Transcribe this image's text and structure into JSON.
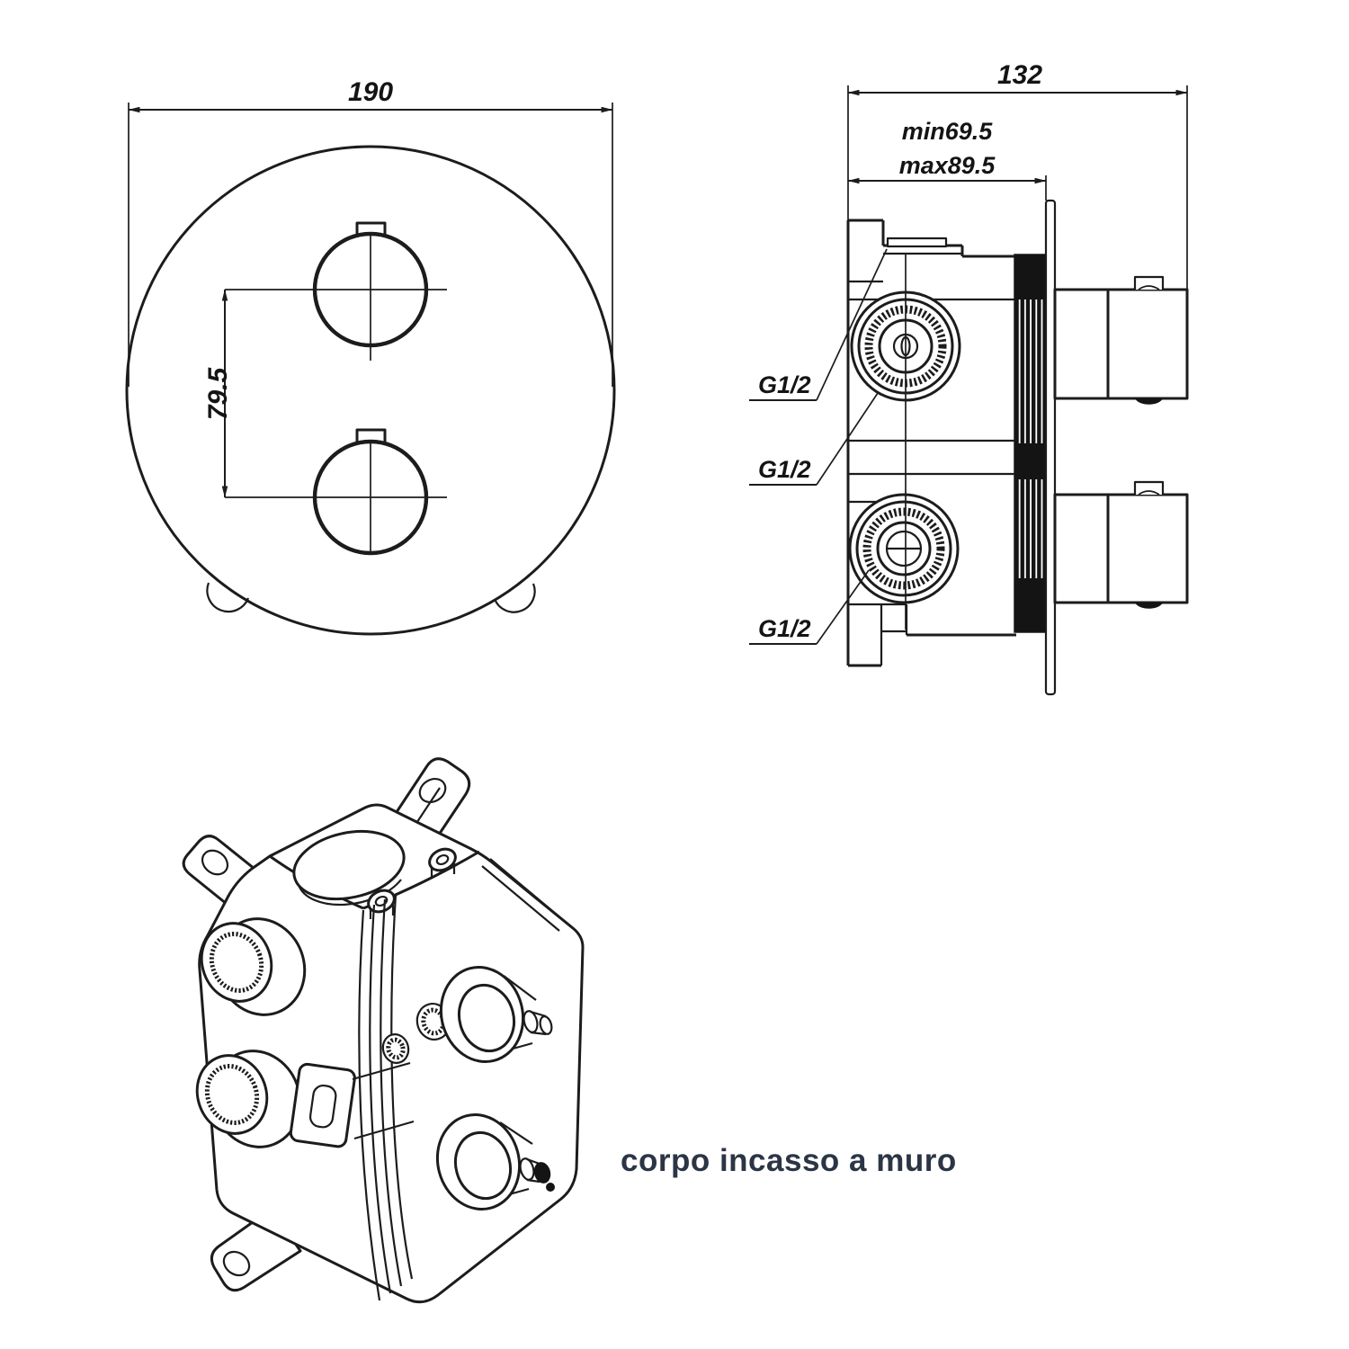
{
  "front_view": {
    "title": "front view of round trim plate with two handles",
    "dim_width": "190",
    "dim_pitch": "79.5"
  },
  "side_view": {
    "title": "side section view with installation depth",
    "dim_width": "132",
    "dim_min": "min69.5",
    "dim_max": "max89.5",
    "port_labels": [
      "G1/2",
      "G1/2",
      "G1/2"
    ]
  },
  "iso_view": {
    "title": "concealed valve body isometric view"
  },
  "caption": {
    "text": "corpo incasso a muro"
  },
  "colors": {
    "line": "#1c1c1c",
    "caption": "#2b3545",
    "background": "#ffffff"
  }
}
